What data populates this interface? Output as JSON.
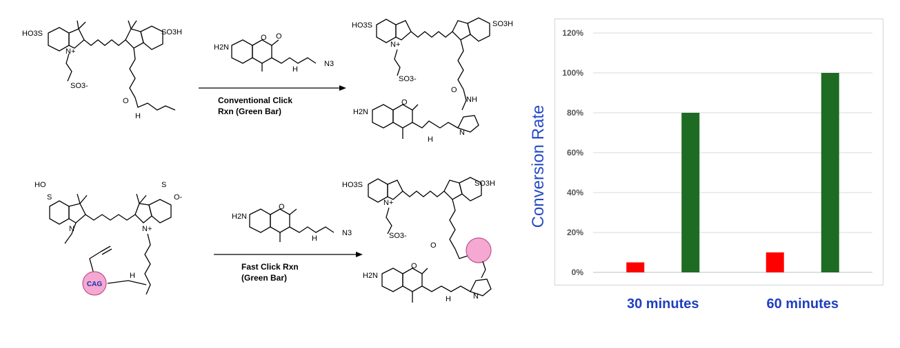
{
  "scheme": {
    "reaction_1": {
      "label_line1": "Conventional Click",
      "label_line2": "Rxn (Green Bar)"
    },
    "reaction_2": {
      "label_line1": "Fast Click Rxn",
      "label_line2": "(Green Bar)"
    },
    "cag_label": "CAG",
    "atoms": {
      "ho3s": "HO3S",
      "so3h": "SO3H",
      "so3_minus": "SO3-",
      "h2n": "H2N",
      "n3": "N3",
      "nh": "NH",
      "n": "N",
      "h": "H",
      "o": "O",
      "n_plus": "N+",
      "ho": "HO",
      "s": "S",
      "o_minus": "O-"
    }
  },
  "chart_data": {
    "type": "bar",
    "categories": [
      "30 minutes",
      "60 minutes"
    ],
    "series": [
      {
        "color": "#ff0000",
        "values": [
          0.05,
          0.1
        ]
      },
      {
        "color": "#1e6b24",
        "values": [
          0.8,
          1.0
        ]
      }
    ],
    "ylabel": "Conversion Rate",
    "ylim": [
      0,
      1.2
    ],
    "yticks": [
      "0%",
      "20%",
      "40%",
      "60%",
      "80%",
      "100%",
      "120%"
    ],
    "grid": true
  }
}
